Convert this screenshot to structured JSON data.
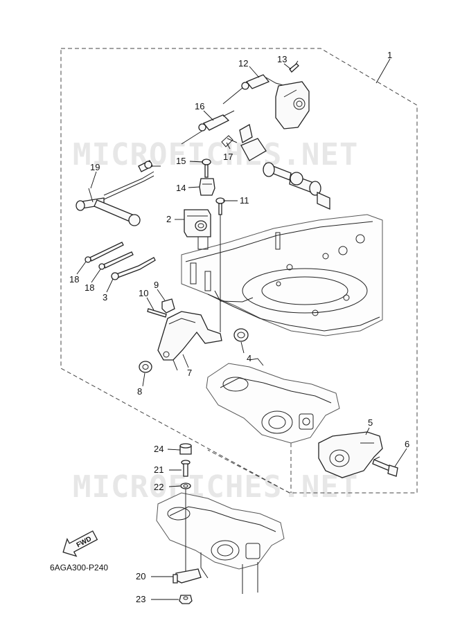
{
  "diagram": {
    "watermark": "MICROFICHES.NET",
    "part_code": "6AGA300-P240",
    "direction_label": "FWD",
    "callouts": [
      "1",
      "2",
      "3",
      "4",
      "5",
      "6",
      "7",
      "8",
      "9",
      "10",
      "11",
      "12",
      "13",
      "14",
      "15",
      "16",
      "17",
      "18",
      "18",
      "19",
      "20",
      "21",
      "22",
      "23",
      "24"
    ]
  }
}
